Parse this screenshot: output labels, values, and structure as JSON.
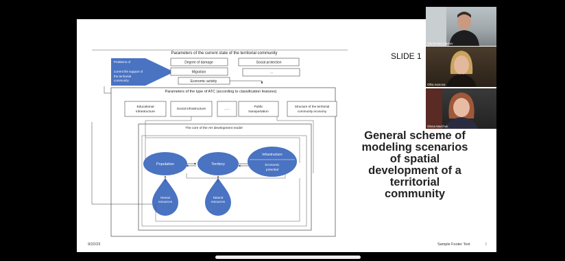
{
  "slide": {
    "label": "SLIDE 1",
    "title_lines": [
      "General scheme of",
      "modeling scenarios",
      "of spatial",
      "development of a",
      "territorial",
      "community"
    ],
    "footer_date": "9/22/23",
    "footer_text": "Sample Footer Text",
    "footer_page": "3"
  },
  "participants": [
    {
      "name": "Viacheslav Lapitov"
    },
    {
      "name": "Olha Ivanova"
    },
    {
      "name": "Olena Marchuk"
    }
  ],
  "diagram": {
    "top_title": "Parameters of the current state of the territorial community",
    "problems_lines": [
      "Problems of",
      "current life support of",
      "the territorial",
      "community"
    ],
    "degree_of_damage": "Degree of damage",
    "social_protection": "Social protection",
    "migration": "Migration",
    "ellipsis": "...",
    "economic_activity": "Economic activity",
    "atc_title": "Parameters of the type of ATC (according to classification features)",
    "educational_lines": [
      "Educational",
      "infrastructure"
    ],
    "social_infrastructure": "Social infrastructure",
    "dashes": "......",
    "public_transport_lines": [
      "Public",
      "transportation"
    ],
    "structure_lines": [
      "Structure of the territorial",
      "community economy"
    ],
    "core_title": "The core of the AH development model",
    "population": "Population",
    "territory": "Territory",
    "infrastructure": "Infrastructure",
    "economic_potential_lines": [
      "Economic",
      "potential"
    ],
    "human_resources_lines": [
      "Human",
      "resources"
    ],
    "natural_resources_lines": [
      "Natural",
      "resources"
    ]
  }
}
